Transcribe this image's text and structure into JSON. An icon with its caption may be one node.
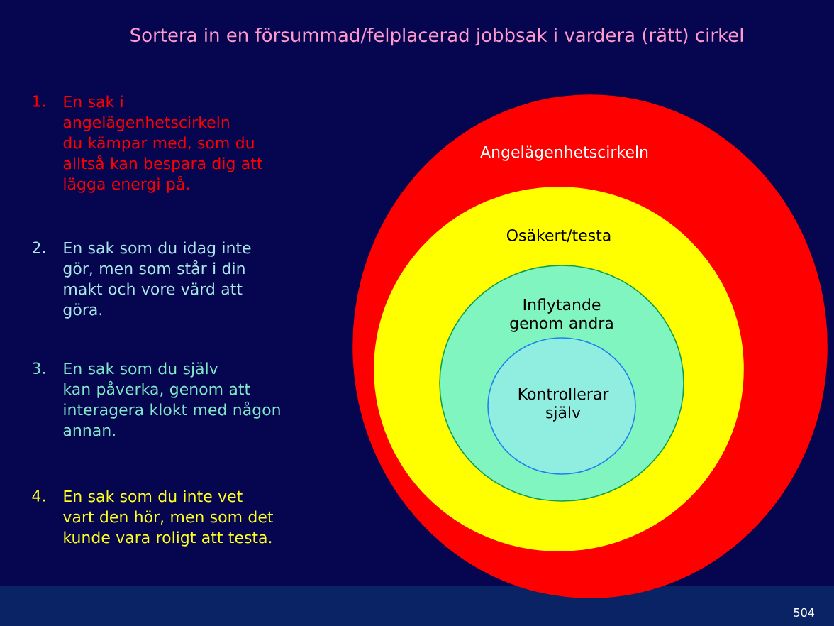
{
  "diagram": {
    "title": "Sortera in en försummad/felplacerad jobbsak i vardera (rätt) cirkel",
    "nodes": [
      {
        "text": [
          "Angelägenhetscirkeln"
        ]
      },
      {
        "text": [
          "Osäkert/testa"
        ],
        "in": 0
      },
      {
        "text": [
          "Inflytande genom andra"
        ],
        "in": 1
      },
      {
        "text": [
          "Kontrollerar själv"
        ],
        "in": 2
      }
    ],
    "labels": [
      "1.",
      "En sak i angelägenhetscirkeln du kämpar med, som du alltså kan bespara dig att lägga energi på.",
      "2.",
      "En sak som du idag inte gör, men som står i din makt och vore värd att göra.",
      "3.",
      "En sak som du själv kan påverka, genom att interagera klokt med någon annan.",
      "4.",
      "En sak som du inte vet vart den hör, men som det kunde vara roligt att testa.",
      "504"
    ]
  }
}
